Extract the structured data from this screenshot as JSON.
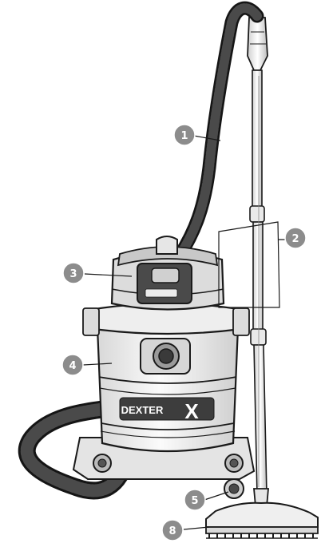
{
  "diagram": {
    "brand_main": "DEXTER",
    "brand_mark": "X",
    "callouts": [
      {
        "id": "hose",
        "label": "1"
      },
      {
        "id": "extension-tubes",
        "label": "2"
      },
      {
        "id": "motor-head",
        "label": "3"
      },
      {
        "id": "tank",
        "label": "4"
      },
      {
        "id": "castor-wheel",
        "label": "5"
      },
      {
        "id": "floor-nozzle",
        "label": "8"
      }
    ],
    "colors": {
      "outline": "#1a1a1a",
      "callout_fill": "#8c8c8c",
      "hose": "#3a3a3a",
      "hose_rib": "#1b1b1b",
      "tank_fill": "#f2f2f2"
    }
  }
}
